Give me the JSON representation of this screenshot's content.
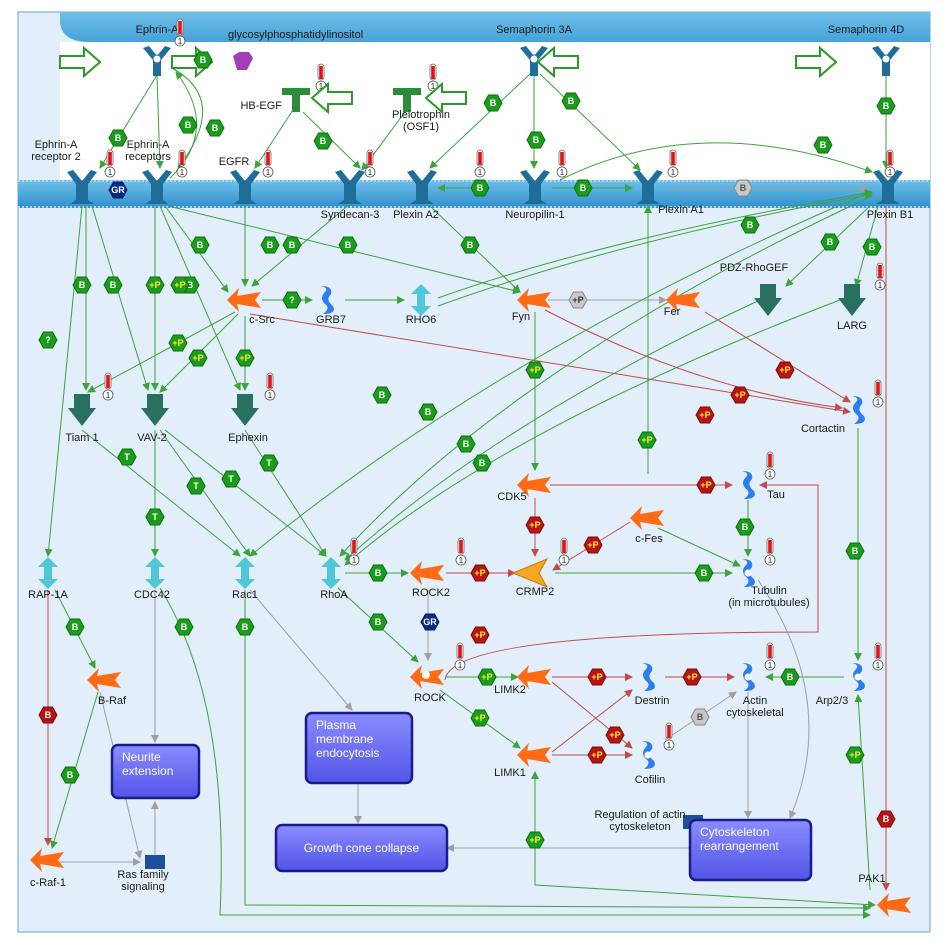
{
  "colors": {
    "membrane": "#3a9ad6",
    "cytoplasm": "#e2eef9",
    "process_box": "#6a6cf2",
    "process_border": "#1a1a8a",
    "kinase": "#ff6a14",
    "receptor": "#1f6e9a",
    "gpcr_ligand": "#2e8b3a",
    "tf_arrow": "#287060",
    "gtpase": "#4fc7d6",
    "green_edge": "#3da33d",
    "red_edge": "#c44a4a",
    "gray_edge": "#a0a0a0"
  },
  "nodes": [
    {
      "id": "ephrinA",
      "label": "Ephrin-A"
    },
    {
      "id": "gpi",
      "label": "glycosylphosphatidylinositol"
    },
    {
      "id": "sema3a",
      "label": "Semaphorin 3A"
    },
    {
      "id": "sema4d",
      "label": "Semaphorin 4D"
    },
    {
      "id": "hbegf",
      "label": "HB-EGF"
    },
    {
      "id": "ptn",
      "label": "Pleiotrophin\n(OSF1)"
    },
    {
      "id": "epha2",
      "label": "Ephrin-A\nreceptor 2"
    },
    {
      "id": "ephar",
      "label": "Ephrin-A\nreceptors"
    },
    {
      "id": "egfr",
      "label": "EGFR"
    },
    {
      "id": "sdc3",
      "label": "Syndecan-3"
    },
    {
      "id": "plxa2",
      "label": "Plexin A2"
    },
    {
      "id": "nrp1",
      "label": "Neuropilin-1"
    },
    {
      "id": "plxa1",
      "label": "Plexin A1"
    },
    {
      "id": "plxb1",
      "label": "Plexin B1"
    },
    {
      "id": "csrc",
      "label": "c-Src"
    },
    {
      "id": "grb7",
      "label": "GRB7"
    },
    {
      "id": "rho6",
      "label": "RHO6"
    },
    {
      "id": "fyn",
      "label": "Fyn"
    },
    {
      "id": "fer",
      "label": "Fer"
    },
    {
      "id": "pdzrhogef",
      "label": "PDZ-RhoGEF"
    },
    {
      "id": "larg",
      "label": "LARG"
    },
    {
      "id": "tiam1",
      "label": "Tiam 1"
    },
    {
      "id": "vav2",
      "label": "VAV-2"
    },
    {
      "id": "ephexin",
      "label": "Ephexin"
    },
    {
      "id": "cortactin",
      "label": "Cortactin"
    },
    {
      "id": "cdk5",
      "label": "CDK5"
    },
    {
      "id": "tau",
      "label": "Tau"
    },
    {
      "id": "cfes",
      "label": "c-Fes"
    },
    {
      "id": "crmp2",
      "label": "CRMP2"
    },
    {
      "id": "tubulin",
      "label": "Tubulin\n(in microtubules)"
    },
    {
      "id": "rap1a",
      "label": "RAP-1A"
    },
    {
      "id": "cdc42",
      "label": "CDC42"
    },
    {
      "id": "rac1",
      "label": "Rac1"
    },
    {
      "id": "rhoa",
      "label": "RhoA"
    },
    {
      "id": "rock2",
      "label": "ROCK2"
    },
    {
      "id": "rock",
      "label": "ROCK"
    },
    {
      "id": "limk2",
      "label": "LIMK2"
    },
    {
      "id": "destrin",
      "label": "Destrin"
    },
    {
      "id": "actin",
      "label": "Actin\ncytoskeletal"
    },
    {
      "id": "arp23",
      "label": "Arp2/3"
    },
    {
      "id": "limk1",
      "label": "LIMK1"
    },
    {
      "id": "cofilin",
      "label": "Cofilin"
    },
    {
      "id": "braf",
      "label": "B-Raf"
    },
    {
      "id": "craf1",
      "label": "c-Raf-1"
    },
    {
      "id": "rasfam",
      "label": "Ras family\nsignaling"
    },
    {
      "id": "regact",
      "label": "Regulation of actin\ncytoskeleton"
    },
    {
      "id": "pak1",
      "label": "PAK1"
    }
  ],
  "process_boxes": [
    {
      "id": "neurite",
      "label": "Neurite\nextension"
    },
    {
      "id": "pme",
      "label": "Plasma\nmembrane\nendocytosis"
    },
    {
      "id": "gcc",
      "label": "Growth cone collapse"
    },
    {
      "id": "cytorear",
      "label": "Cytoskeleton\nrearrangement"
    }
  ],
  "markers": {
    "gr": "GR",
    "b": "B",
    "plusp": "+P",
    "t": "T",
    "q": "?",
    "one": "1"
  }
}
